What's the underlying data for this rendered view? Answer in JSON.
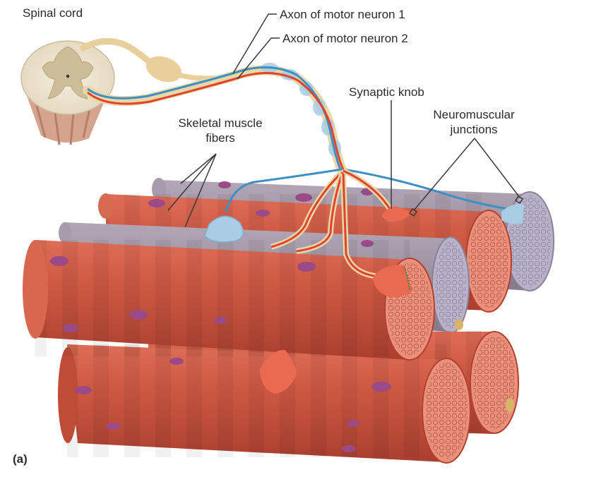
{
  "labels": {
    "spinal_cord": "Spinal cord",
    "axon_1": "Axon of motor neuron 1",
    "axon_2": "Axon of motor neuron 2",
    "synaptic_knob": "Synaptic knob",
    "neuromuscular_line1": "Neuromuscular",
    "neuromuscular_line2": "junctions",
    "skeletal_line1": "Skeletal muscle",
    "skeletal_line2": "fibers",
    "panel": "(a)"
  },
  "colors": {
    "muscle": "#cf5a44",
    "muscle_dark": "#b3412f",
    "muscle_grey": "#9c8f9f",
    "fiber_end": "#e9917b",
    "grey_end": "#b9b3c7",
    "nucleus": "#9a4a86",
    "axon_red": "#e0452c",
    "axon_blue": "#3d8fc4",
    "myelin": "#e9d7a8",
    "schwann": "#a8cde4",
    "knob": "#e96a4e",
    "spinal_cord": "#ede4d1",
    "leader": "#3a3a3a"
  }
}
